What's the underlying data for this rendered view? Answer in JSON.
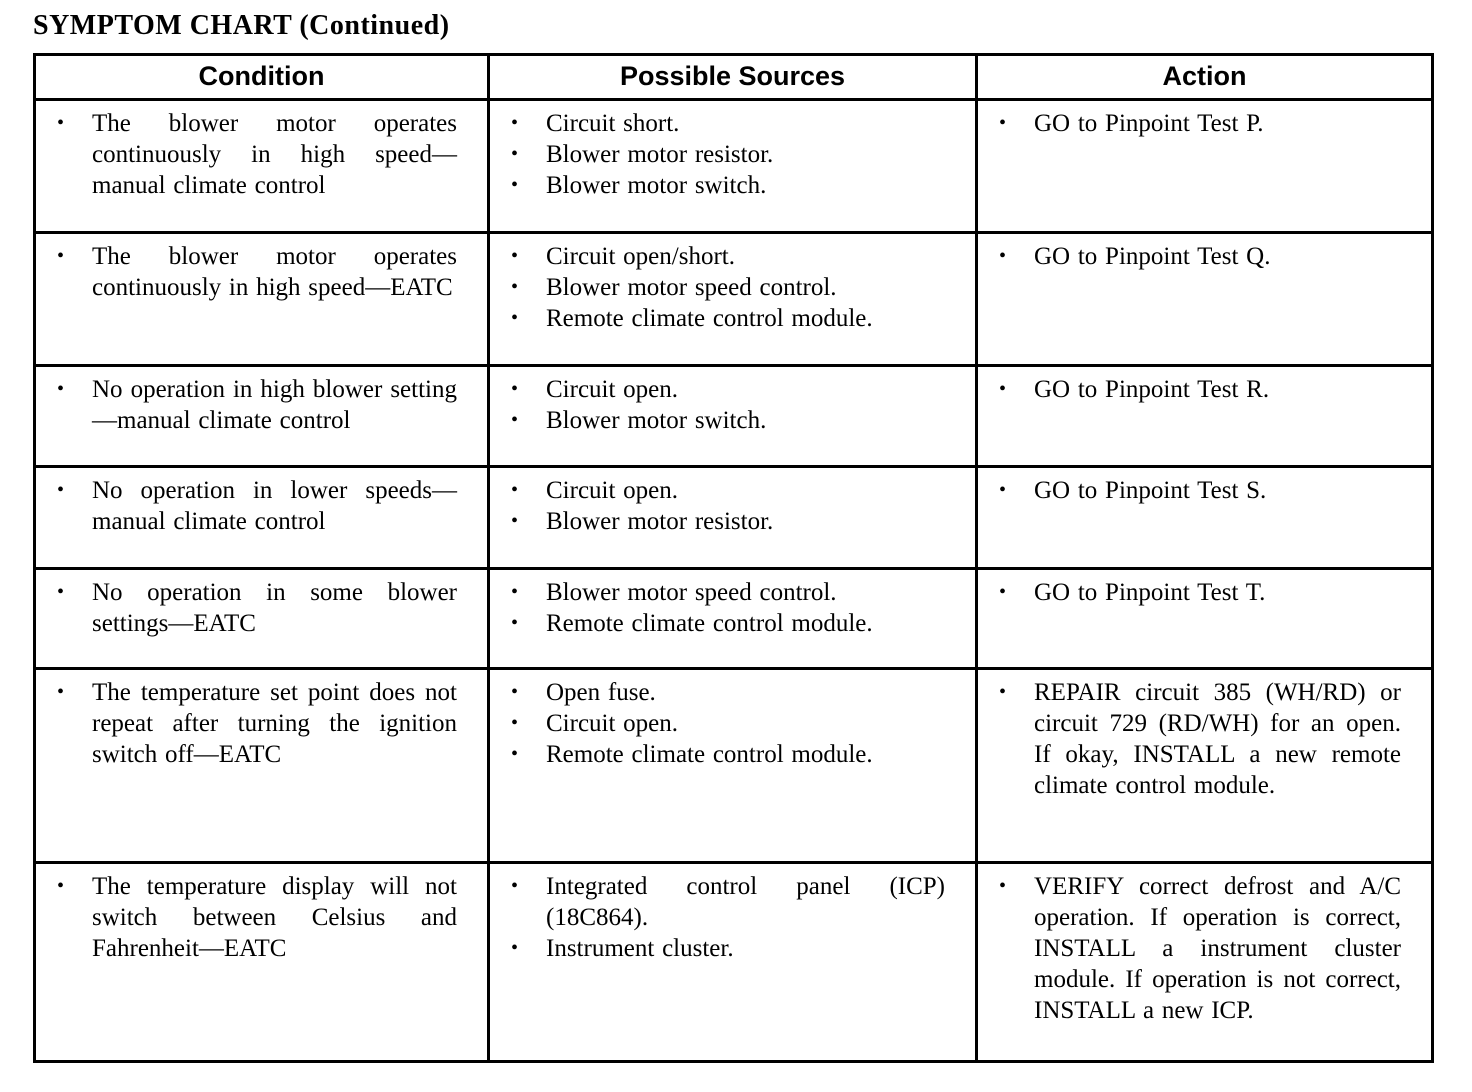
{
  "page": {
    "title": "SYMPTOM CHART (Continued)"
  },
  "icons": {
    "bullet": "•"
  },
  "table": {
    "columns": [
      "Condition",
      "Possible Sources",
      "Action"
    ],
    "rows": [
      {
        "condition": [
          "The blower motor operates continuously in high speed—manual climate control"
        ],
        "sources": [
          "Circuit short.",
          "Blower motor resistor.",
          "Blower motor switch."
        ],
        "action": [
          "GO to Pinpoint Test P."
        ]
      },
      {
        "condition": [
          "The blower motor operates continuously in high speed—EATC"
        ],
        "sources": [
          "Circuit open/short.",
          "Blower motor speed control.",
          "Remote climate control module."
        ],
        "action": [
          "GO to Pinpoint Test Q."
        ]
      },
      {
        "condition": [
          "No operation in high blower setting—manual climate control"
        ],
        "sources": [
          "Circuit open.",
          "Blower motor switch."
        ],
        "action": [
          "GO to Pinpoint Test R."
        ]
      },
      {
        "condition": [
          "No operation in lower speeds—manual climate control"
        ],
        "sources": [
          "Circuit open.",
          "Blower motor resistor."
        ],
        "action": [
          "GO to Pinpoint Test S."
        ]
      },
      {
        "condition": [
          "No operation in some blower settings—EATC"
        ],
        "sources": [
          "Blower motor speed control.",
          "Remote climate control module."
        ],
        "action": [
          "GO to Pinpoint Test T."
        ]
      },
      {
        "condition": [
          "The temperature set point does not repeat after turning the ignition switch off—EATC"
        ],
        "sources": [
          "Open fuse.",
          "Circuit open.",
          "Remote climate control module."
        ],
        "action": [
          "REPAIR circuit 385 (WH/RD) or circuit 729 (RD/WH) for an open. If okay, INSTALL a new remote climate control module."
        ]
      },
      {
        "condition": [
          "The temperature display will not switch between Celsius and Fahrenheit—EATC"
        ],
        "sources": [
          "Integrated control panel (ICP) (18C864).",
          "Instrument cluster."
        ],
        "action": [
          "VERIFY correct defrost and A/C operation. If operation is correct, INSTALL a instrument cluster module. If operation is not correct, INSTALL a new ICP."
        ]
      }
    ]
  }
}
